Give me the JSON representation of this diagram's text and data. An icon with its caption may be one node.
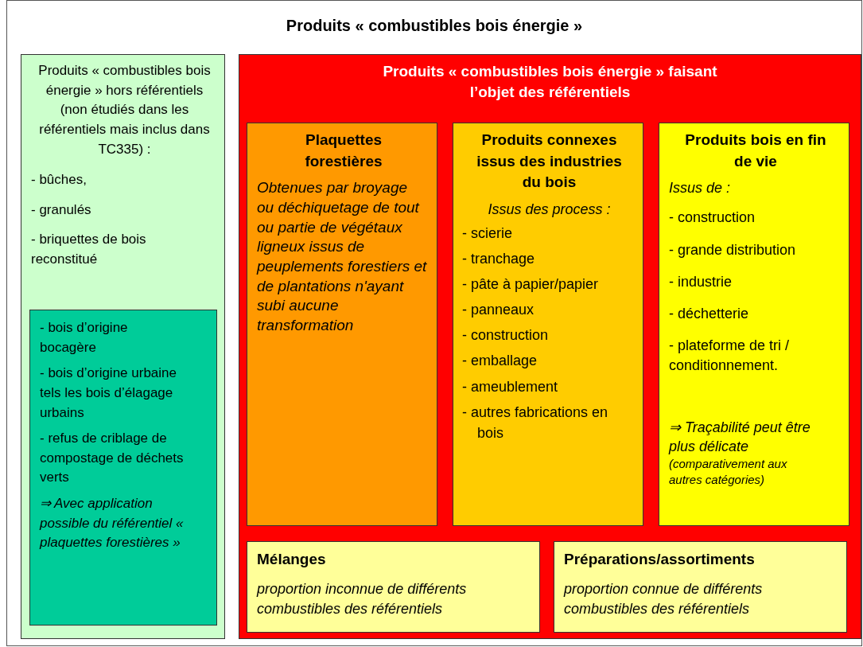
{
  "diagram": {
    "nodes": [
      {
        "text": [
          "Produits « combustibles bois énergie »"
        ]
      },
      {
        "text": [
          "Produits « combustibles bois énergie » hors référentiels (non étudiés dans les référentiels mais inclus dans TC335) :",
          "- bûches,",
          "- granulés",
          "- briquettes de bois reconstitué"
        ],
        "in": 0
      },
      {
        "text": [
          "- bois d’origine bocagère",
          "- bois d’origine urbaine tels les bois d’élagage urbains",
          "- refus de criblage de compostage de déchets verts",
          "⇒ Avec application possible du référentiel « plaquettes forestières »"
        ],
        "in": 1
      },
      {
        "text": [
          "Produits « combustibles bois énergie » faisant l’objet des référentiels"
        ],
        "in": 0
      },
      {
        "text": [
          "Plaquettes forestières",
          "Obtenues par broyage ou déchiquetage de tout ou partie de végétaux ligneux issus de peuplements forestiers et de plantations n'ayant subi aucune transformation"
        ],
        "in": 3
      },
      {
        "text": [
          "Produits connexes issus des industries du bois",
          "Issus des process :",
          "- scierie",
          "- tranchage",
          "- pâte à papier/papier",
          "- panneaux",
          "- construction",
          "- emballage",
          "- ameublement",
          "- autres fabrications en bois"
        ],
        "in": 3
      },
      {
        "text": [
          "Produits bois en fin de vie",
          "Issus de :",
          "- construction",
          "- grande distribution",
          "- industrie",
          "- déchetterie",
          "- plateforme de tri / conditionnement.",
          "⇒ Traçabilité peut être plus délicate",
          "(comparativement aux autres catégories)"
        ],
        "in": 3
      },
      {
        "text": [
          "Mélanges",
          "proportion inconnue de différents combustibles des référentiels"
        ],
        "in": 3
      },
      {
        "text": [
          "Préparations/assortiments",
          "proportion connue de différents combustibles des référentiels"
        ],
        "in": 3
      }
    ]
  }
}
